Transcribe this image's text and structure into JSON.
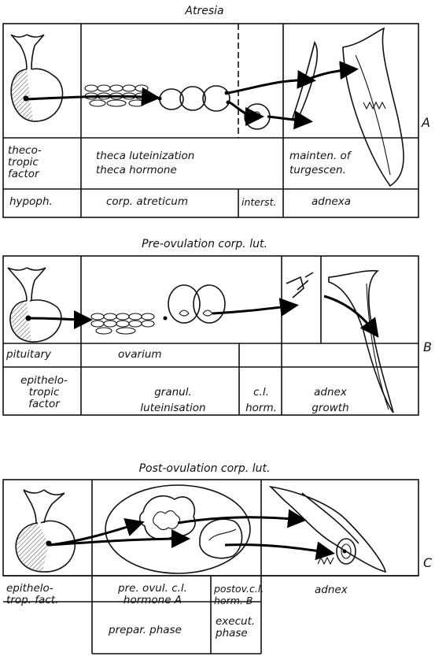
{
  "panels": [
    {
      "title": "Atresia",
      "side_letter": "A",
      "row1": [
        "theco-\ntropic\nfactor",
        "theca luteinization\ntheca hormone",
        "mainten. of\nturgescen."
      ],
      "row2": [
        "hypoph.",
        "corp. atreticum",
        "interst.",
        "adnexa"
      ]
    },
    {
      "title": "Pre-ovulation corp. lut.",
      "side_letter": "B",
      "row1": [
        "pituitary",
        "ovarium"
      ],
      "row2": [
        "epithelo-\ntropic\nfactor",
        "granul.\nluteinisation",
        "c.l.\nhorm.",
        "adnex\ngrowth"
      ]
    },
    {
      "title": "Post-ovulation corp. lut.",
      "side_letter": "C",
      "row1": [
        "epithelo-\ntrop. fact.",
        "pre. ovul. c.l.\nhormone A",
        "postov.c.l.\nhorm. B",
        "adnex"
      ],
      "row2": [
        "prepar. phase",
        "execut.\nphase"
      ]
    }
  ]
}
